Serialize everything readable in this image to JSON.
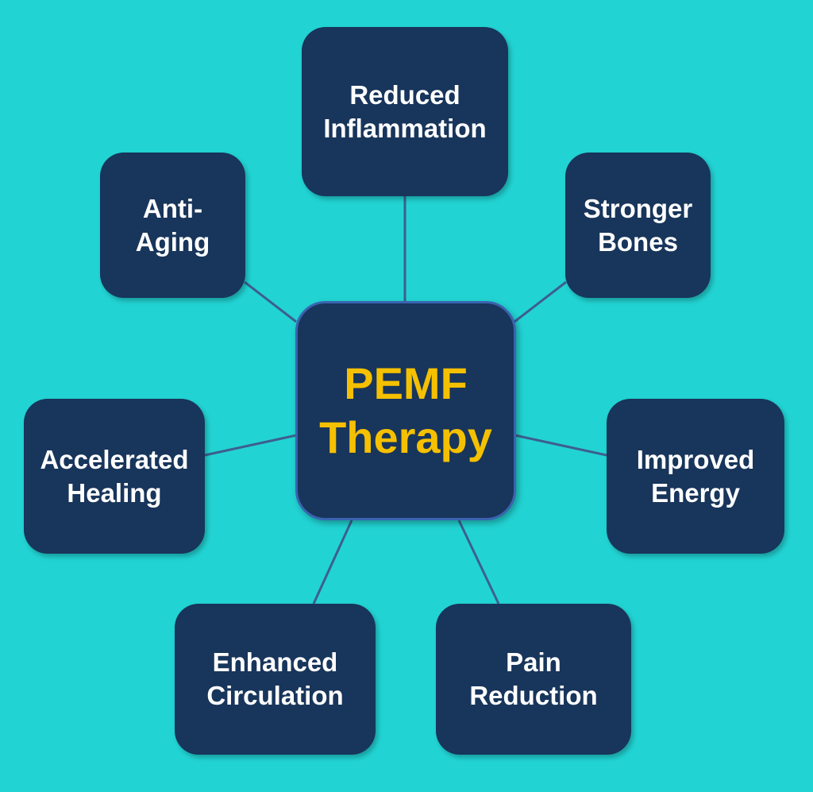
{
  "diagram": {
    "center": {
      "lines": [
        "PEMF",
        "Therapy"
      ]
    },
    "benefits": [
      {
        "id": "inflammation",
        "lines": [
          "Reduced",
          "Inflammation"
        ]
      },
      {
        "id": "antiaging",
        "lines": [
          "Anti-",
          "Aging"
        ]
      },
      {
        "id": "bones",
        "lines": [
          "Stronger",
          "Bones"
        ]
      },
      {
        "id": "healing",
        "lines": [
          "Accelerated",
          "Healing"
        ]
      },
      {
        "id": "energy",
        "lines": [
          "Improved",
          "Energy"
        ]
      },
      {
        "id": "circulation",
        "lines": [
          "Enhanced",
          "Circulation"
        ]
      },
      {
        "id": "pain",
        "lines": [
          "Pain",
          "Reduction"
        ]
      }
    ]
  },
  "colors": {
    "background": "#22d3d3",
    "box_fill": "#18355b",
    "center_border": "#3a63b0",
    "center_text": "#f5c000",
    "box_text": "#ffffff",
    "connector": "#3d5f8e"
  }
}
